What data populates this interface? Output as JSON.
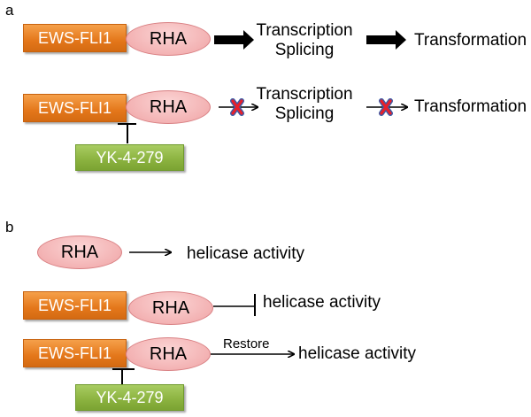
{
  "panel_a": {
    "label": "a",
    "row1": {
      "ews": "EWS-FLI1",
      "rha": "RHA",
      "process_line1": "Transcription",
      "process_line2": "Splicing",
      "outcome": "Transformation"
    },
    "row2": {
      "ews": "EWS-FLI1",
      "rha": "RHA",
      "inhibitor": "YK-4-279",
      "process_line1": "Transcription",
      "process_line2": "Splicing",
      "outcome": "Transformation"
    }
  },
  "panel_b": {
    "label": "b",
    "row1": {
      "rha": "RHA",
      "outcome": "helicase activity"
    },
    "row2": {
      "ews": "EWS-FLI1",
      "rha": "RHA",
      "outcome": "helicase activity"
    },
    "row3": {
      "ews": "EWS-FLI1",
      "rha": "RHA",
      "inhibitor": "YK-4-279",
      "arrow_label": "Restore",
      "outcome": "helicase activity"
    }
  },
  "colors": {
    "ews_orange": "#e4771a",
    "yk_green": "#8bb23f",
    "rha_pink": "#f3b2b3",
    "block_x_red": "#e8202a",
    "block_x_blue": "#3c5aa6"
  }
}
